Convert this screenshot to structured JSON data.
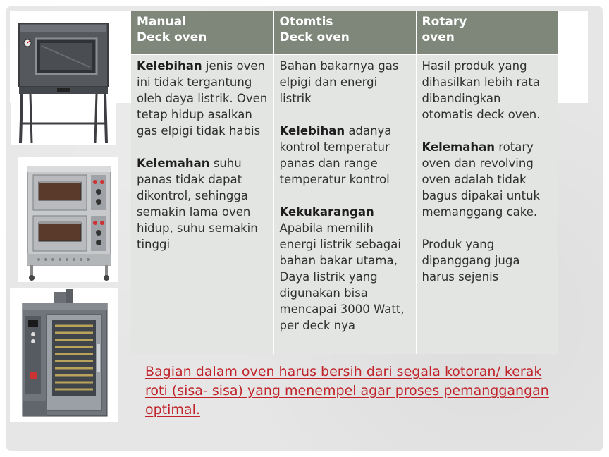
{
  "table": {
    "headers": [
      {
        "line1": "Manual",
        "line2": "Deck oven"
      },
      {
        "line1": "Otomtis",
        "line2": "Deck oven"
      },
      {
        "line1": "Rotary",
        "line2": "oven"
      }
    ],
    "manual": {
      "p1_keyword": "Kelebihan",
      "p1_text": " jenis oven ini tidak tergantung oleh daya listrik. Oven tetap hidup asalkan gas elpigi tidak habis",
      "p2_keyword": "Kelemahan",
      "p2_text": " suhu panas tidak dapat dikontrol, sehingga semakin lama oven hidup, suhu semakin tinggi"
    },
    "otomatis": {
      "p1_text": "Bahan bakarnya gas elpigi dan energi listrik",
      "p2_keyword": "Kelebihan",
      "p2_text": " adanya kontrol temperatur panas dan range temperatur kontrol",
      "p3_keyword": "Kekukarangan",
      "p3_text": "Apabila memilih energi listrik sebagai bahan bakar utama, Daya listrik yang digunakan bisa mencapai 3000 Watt, per deck nya"
    },
    "rotary": {
      "p1_text": "Hasil produk yang dihasilkan lebih rata dibandingkan otomatis deck oven.",
      "p2_keyword": "Kelemahan",
      "p2_text": " rotary oven dan revolving oven adalah tidak bagus dipakai untuk memanggang cake.",
      "p3_text": "Produk yang dipanggang juga harus sejenis"
    }
  },
  "note": "Bagian dalam oven harus bersih dari segala kotoran/ kerak roti (sisa- sisa) yang menempel agar proses pemanggangan optimal.",
  "images": [
    {
      "name": "manual-deck-oven-photo",
      "icon": "gas-deck-oven-on-stand"
    },
    {
      "name": "automatic-deck-oven-photo",
      "icon": "two-deck-stainless-oven"
    },
    {
      "name": "rotary-oven-photo",
      "icon": "rotary-rack-oven"
    }
  ],
  "colors": {
    "header_bg": "#7e877a",
    "cell_bg": "#e3e5e2",
    "note_text": "#c0232a",
    "slide_bg": "#e6e6e6"
  }
}
